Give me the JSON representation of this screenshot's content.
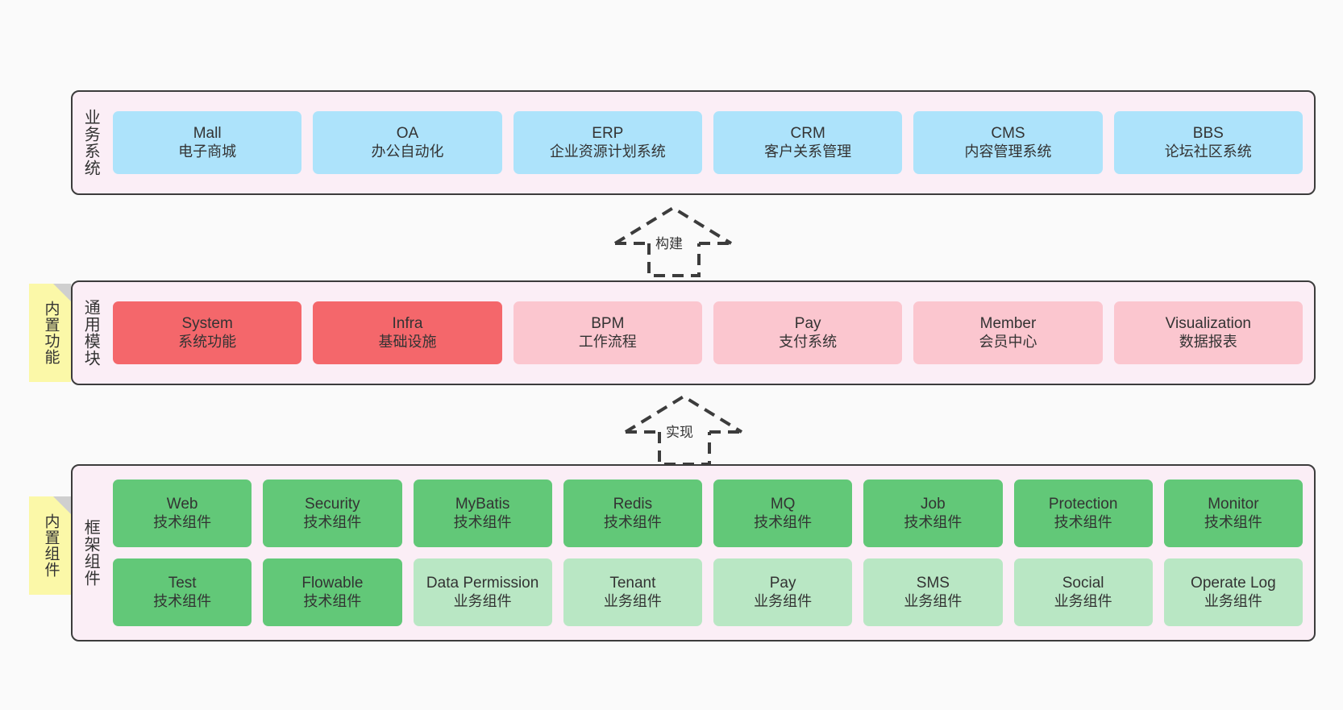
{
  "diagram": {
    "background_color": "#fafafa",
    "layer_fill": "#fbeef6",
    "layer_border": "#3c3c3c",
    "sticky_color": "#fbf8a8"
  },
  "layers": [
    {
      "id": "business",
      "title": "业务系统",
      "color": "#ade3fb",
      "rows": [
        {
          "cards": [
            {
              "en": "Mall",
              "cn": "电子商城",
              "style": "c-blue"
            },
            {
              "en": "OA",
              "cn": "办公自动化",
              "style": "c-blue"
            },
            {
              "en": "ERP",
              "cn": "企业资源计划系统",
              "style": "c-blue"
            },
            {
              "en": "CRM",
              "cn": "客户关系管理",
              "style": "c-blue"
            },
            {
              "en": "CMS",
              "cn": "内容管理系统",
              "style": "c-blue"
            },
            {
              "en": "BBS",
              "cn": "论坛社区系统",
              "style": "c-blue"
            }
          ]
        }
      ]
    },
    {
      "id": "common",
      "title": "通用模块",
      "sticky": "内置功能",
      "rows": [
        {
          "cards": [
            {
              "en": "System",
              "cn": "系统功能",
              "style": "c-red"
            },
            {
              "en": "Infra",
              "cn": "基础设施",
              "style": "c-red"
            },
            {
              "en": "BPM",
              "cn": "工作流程",
              "style": "c-pink"
            },
            {
              "en": "Pay",
              "cn": "支付系统",
              "style": "c-pink"
            },
            {
              "en": "Member",
              "cn": "会员中心",
              "style": "c-pink"
            },
            {
              "en": "Visualization",
              "cn": "数据报表",
              "style": "c-pink"
            }
          ]
        }
      ]
    },
    {
      "id": "framework",
      "title": "框架组件",
      "sticky": "内置组件",
      "rows": [
        {
          "cards": [
            {
              "en": "Web",
              "cn": "技术组件",
              "style": "c-green"
            },
            {
              "en": "Security",
              "cn": "技术组件",
              "style": "c-green"
            },
            {
              "en": "MyBatis",
              "cn": "技术组件",
              "style": "c-green"
            },
            {
              "en": "Redis",
              "cn": "技术组件",
              "style": "c-green"
            },
            {
              "en": "MQ",
              "cn": "技术组件",
              "style": "c-green"
            },
            {
              "en": "Job",
              "cn": "技术组件",
              "style": "c-green"
            },
            {
              "en": "Protection",
              "cn": "技术组件",
              "style": "c-green"
            },
            {
              "en": "Monitor",
              "cn": "技术组件",
              "style": "c-green"
            }
          ]
        },
        {
          "cards": [
            {
              "en": "Test",
              "cn": "技术组件",
              "style": "c-green"
            },
            {
              "en": "Flowable",
              "cn": "技术组件",
              "style": "c-green"
            },
            {
              "en": "Data Permission",
              "cn": "业务组件",
              "style": "c-lightgreen"
            },
            {
              "en": "Tenant",
              "cn": "业务组件",
              "style": "c-lightgreen"
            },
            {
              "en": "Pay",
              "cn": "业务组件",
              "style": "c-lightgreen"
            },
            {
              "en": "SMS",
              "cn": "业务组件",
              "style": "c-lightgreen"
            },
            {
              "en": "Social",
              "cn": "业务组件",
              "style": "c-lightgreen"
            },
            {
              "en": "Operate Log",
              "cn": "业务组件",
              "style": "c-lightgreen"
            }
          ]
        }
      ]
    }
  ],
  "arrows": [
    {
      "id": "build",
      "label": "构建",
      "direction": "up",
      "style": "dashed-hollow"
    },
    {
      "id": "impl",
      "label": "实现",
      "direction": "up",
      "style": "dashed-hollow"
    }
  ]
}
